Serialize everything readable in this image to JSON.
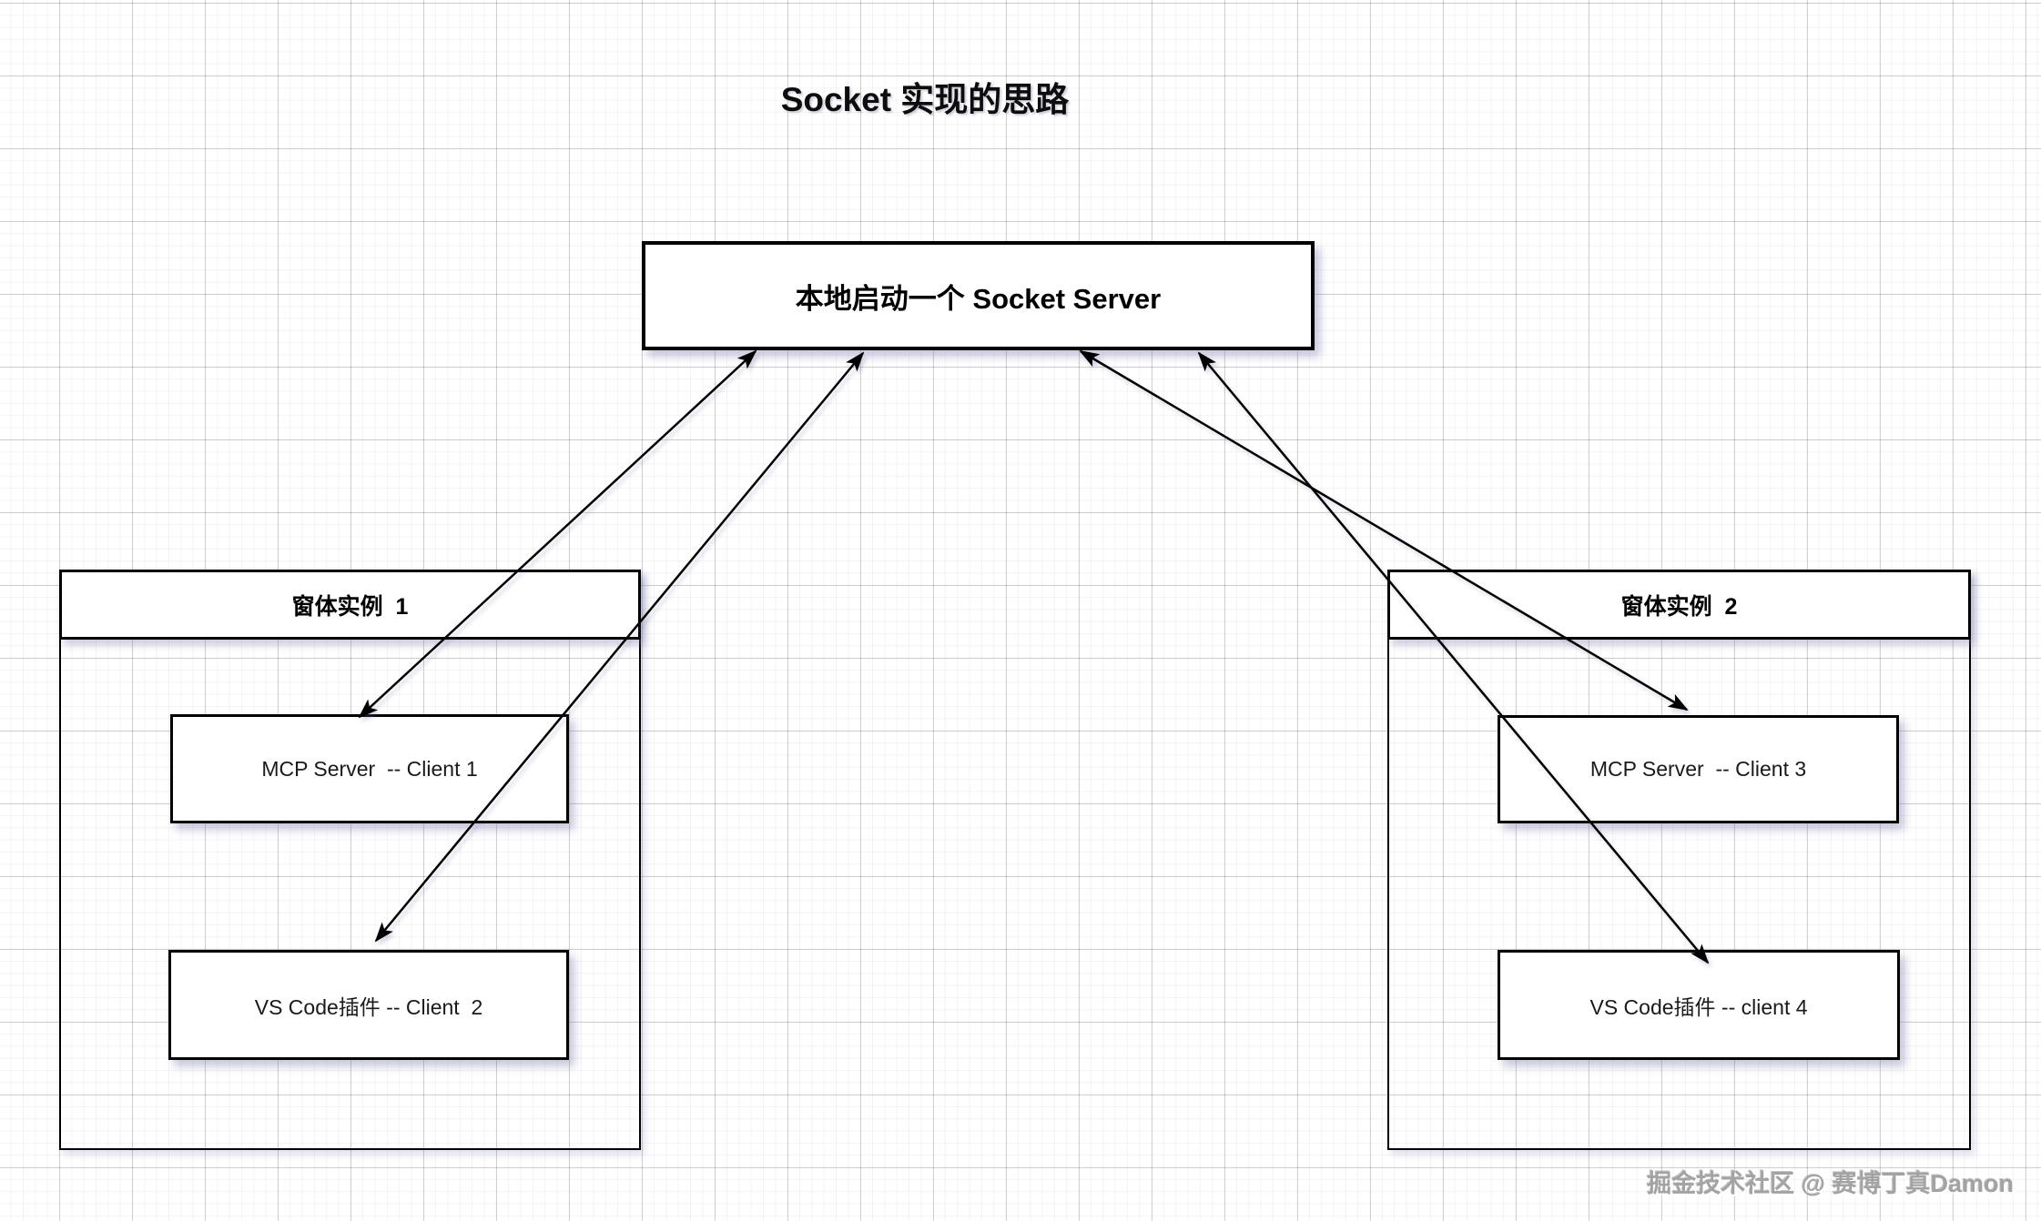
{
  "title": "Socket 实现的思路",
  "server": {
    "label": "本地启动一个 Socket Server"
  },
  "instance1": {
    "header": "窗体实例  1",
    "boxes": [
      {
        "label": "MCP Server  -- Client 1"
      },
      {
        "label": "VS Code插件 -- Client  2"
      }
    ]
  },
  "instance2": {
    "header": "窗体实例  2",
    "boxes": [
      {
        "label": "MCP Server  -- Client 3"
      },
      {
        "label": "VS Code插件 -- client 4"
      }
    ]
  },
  "edges": [
    {
      "from": "socket-server",
      "to": "mcp-server-client-1",
      "style": "double-arrow"
    },
    {
      "from": "socket-server",
      "to": "vscode-plugin-client-2",
      "style": "double-arrow"
    },
    {
      "from": "socket-server",
      "to": "mcp-server-client-3",
      "style": "double-arrow"
    },
    {
      "from": "socket-server",
      "to": "vscode-plugin-client-4",
      "style": "double-arrow"
    }
  ],
  "watermark": "掘金技术社区 @ 赛博丁真Damon",
  "colors": {
    "background": "#ffffff",
    "grid_major": "#d6d6d6",
    "grid_minor": "#f3f3f3",
    "stroke": "#000000",
    "shadow": "#6e6ea5",
    "watermark_text": "#a3a3a3"
  }
}
